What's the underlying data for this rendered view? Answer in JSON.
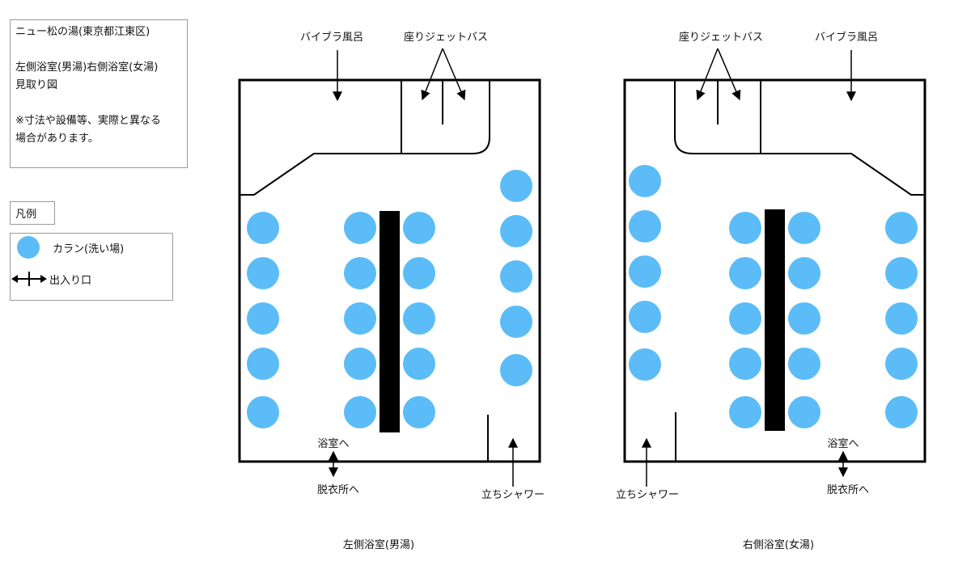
{
  "info": {
    "title": "ニュー松の湯(東京都江東区)",
    "line2": "左側浴室(男湯)右側浴室(女湯)",
    "line3": "見取り図",
    "note1": "※寸法や設備等、実際と異なる",
    "note2": "場合があります。"
  },
  "legend": {
    "title": "凡例",
    "faucet": "カラン(洗い場)",
    "entrance": "出入り口"
  },
  "left_bath": {
    "vibra": "バイブラ風呂",
    "jet": "座りジェットバス",
    "to_bath": "浴室へ",
    "to_dressing": "脱衣所へ",
    "shower": "立ちシャワー",
    "caption": "左側浴室(男湯)"
  },
  "right_bath": {
    "jet": "座りジェットバス",
    "vibra": "バイブラ風呂",
    "to_bath": "浴室へ",
    "to_dressing": "脱衣所へ",
    "shower": "立ちシャワー",
    "caption": "右側浴室(女湯)"
  },
  "colors": {
    "faucet": "#5bbcf7",
    "wall": "#000000"
  }
}
